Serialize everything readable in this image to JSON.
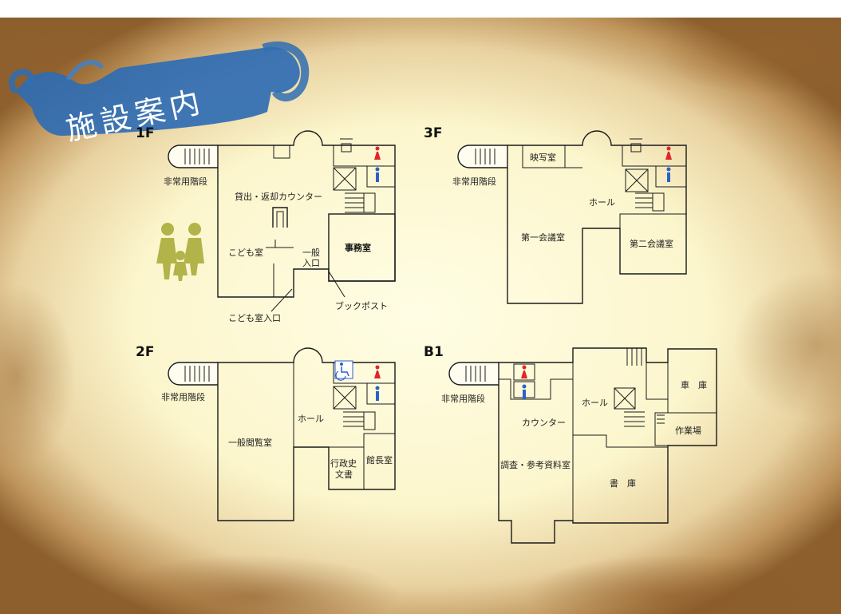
{
  "title": "施設案内",
  "floors": {
    "f1": {
      "label": "1F",
      "rooms": {
        "emergency_stairs": "非常用階段",
        "counter": "貸出・返却カウンター",
        "kids_room": "こども室",
        "general_entrance_1": "一般",
        "general_entrance_2": "入口",
        "office": "事務室",
        "book_post": "ブックポスト",
        "kids_entrance": "こども室入口"
      }
    },
    "f2": {
      "label": "2F",
      "rooms": {
        "emergency_stairs": "非常用階段",
        "hall": "ホール",
        "reading_room": "一般閲覧室",
        "admin_docs_1": "行政史",
        "admin_docs_2": "文書",
        "director_room": "館長室"
      }
    },
    "f3": {
      "label": "3F",
      "rooms": {
        "emergency_stairs": "非常用階段",
        "projection_room": "映写室",
        "hall": "ホール",
        "conf_room_1": "第一会議室",
        "conf_room_2": "第二会議室"
      }
    },
    "b1": {
      "label": "B1",
      "rooms": {
        "emergency_stairs": "非常用階段",
        "counter": "カウンター",
        "hall": "ホール",
        "reference_room": "調査・参考資料室",
        "stacks": "書　庫",
        "garage": "車　庫",
        "workshop": "作業場"
      }
    }
  },
  "colors": {
    "banner": "#2f6db3",
    "male": "#2a62c9",
    "female": "#e0262a",
    "accessible": "#2a62c9",
    "kids": "#a6a832"
  }
}
